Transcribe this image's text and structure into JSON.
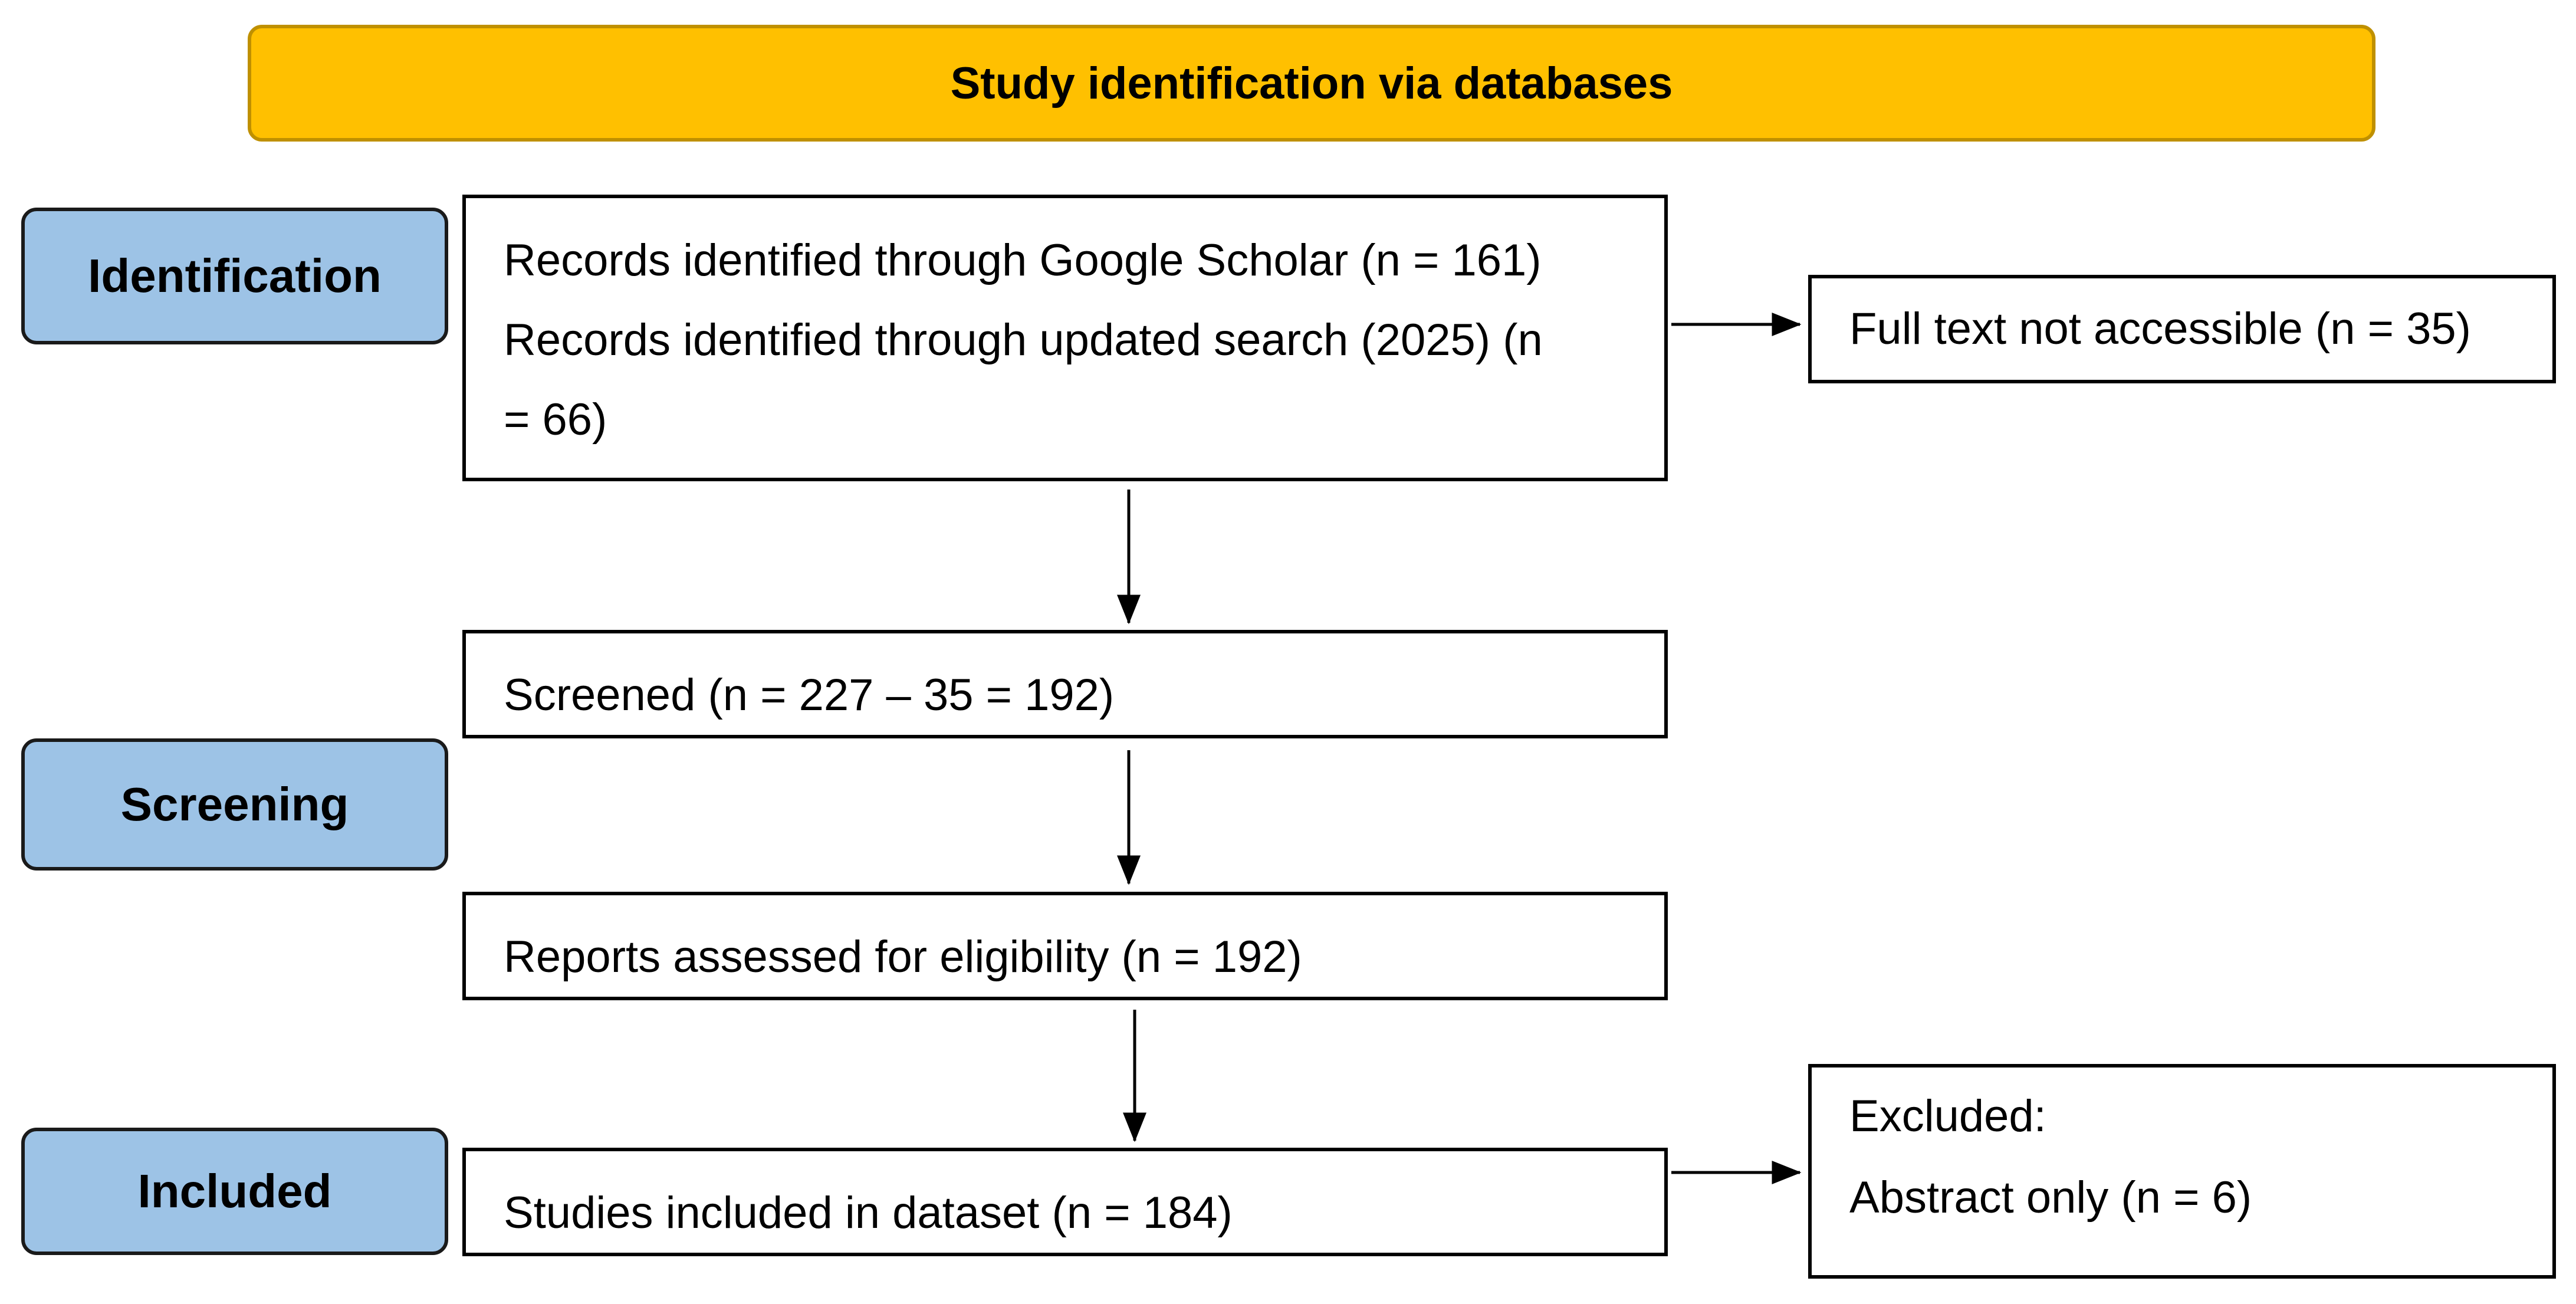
{
  "header": {
    "title": "Study identification via databases"
  },
  "stages": {
    "identification": "Identification",
    "screening": "Screening",
    "included": "Included"
  },
  "boxes": {
    "records": {
      "line1": "Records identified through Google Scholar (n = 161)",
      "line2": "Records identified through updated search (2025) (n",
      "line3": "= 66)"
    },
    "not_accessible": "Full text not accessible (n = 35)",
    "screened": "Screened (n = 227  –  35 = 192)",
    "eligibility": "Reports assessed for eligibility (n = 192)",
    "included": "Studies included in dataset (n = 184)",
    "excluded": {
      "title": "Excluded:",
      "reason": "Abstract only (n = 6)"
    }
  },
  "colors": {
    "header_fill": "#FFC000",
    "header_border": "#BF9000",
    "stage_fill": "#9DC3E6",
    "line": "#000000"
  }
}
